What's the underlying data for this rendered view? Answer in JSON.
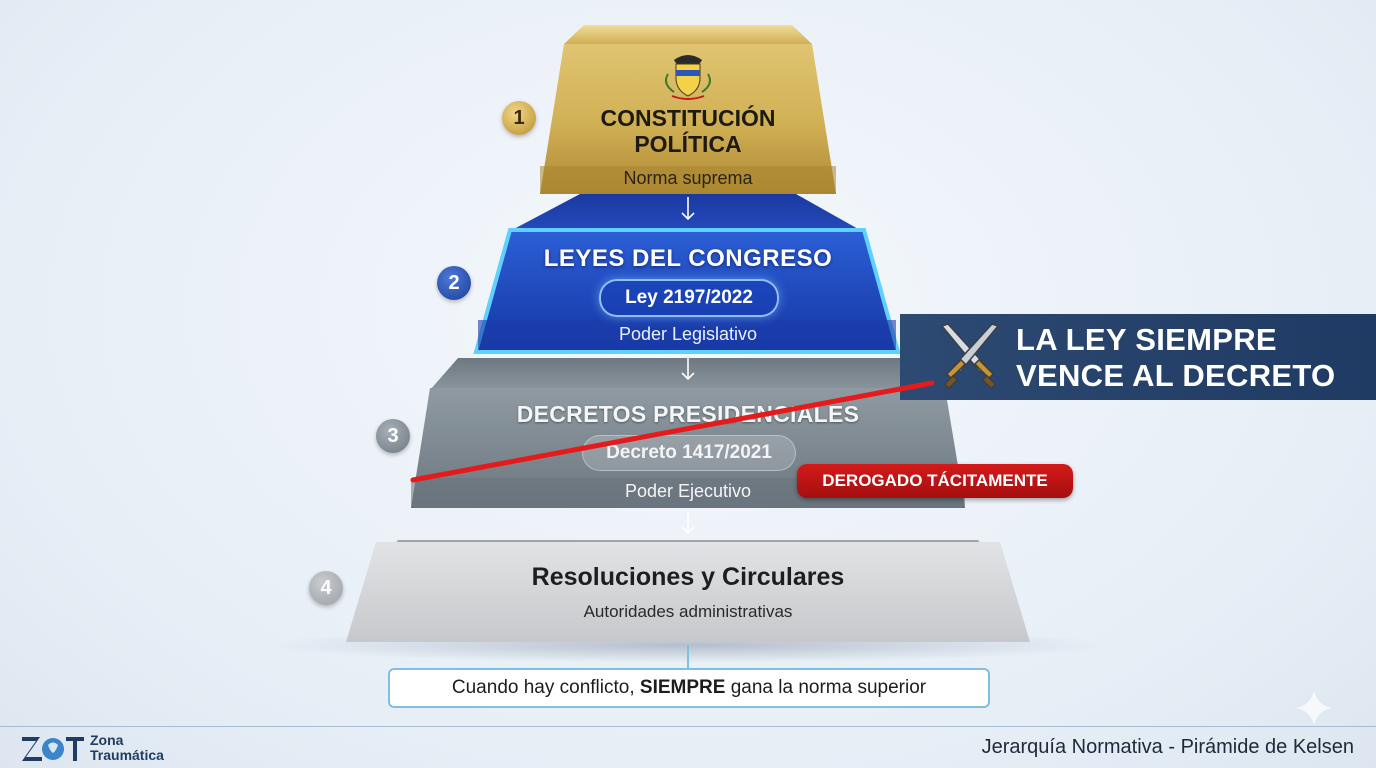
{
  "levels": [
    {
      "number": "1",
      "title_line1": "CONSTITUCIÓN",
      "title_line2": "POLÍTICA",
      "subtitle": "Norma suprema",
      "color": "#c9a640"
    },
    {
      "number": "2",
      "title": "LEYES DEL CONGRESO",
      "pill": "Ley 2197/2022",
      "subtitle": "Poder Legislativo",
      "color": "#1f4fc4"
    },
    {
      "number": "3",
      "title": "DECRETOS PRESIDENCIALES",
      "pill": "Decreto 1417/2021",
      "subtitle": "Poder Ejecutivo",
      "color": "#7c8890",
      "status": "DEROGADO TÁCITAMENTE"
    },
    {
      "number": "4",
      "title": "Resoluciones y Circulares",
      "subtitle": "Autoridades administrativas",
      "color": "#d2d3d5"
    }
  ],
  "banner": {
    "line1": "LA LEY SIEMPRE",
    "line2": "VENCE AL DECRETO",
    "icon": "crossed-swords-icon"
  },
  "conflict": {
    "before": "Cuando hay conflicto, ",
    "bold": "SIEMPRE",
    "after": " gana la norma superior"
  },
  "footer": {
    "logo_line1": "Zona",
    "logo_line2": "Traumática",
    "title": "Jerarquía Normativa - Pirámide de Kelsen"
  },
  "colors": {
    "strike": "#e51b1b",
    "derogado": "#c01414",
    "banner": "#264470"
  }
}
